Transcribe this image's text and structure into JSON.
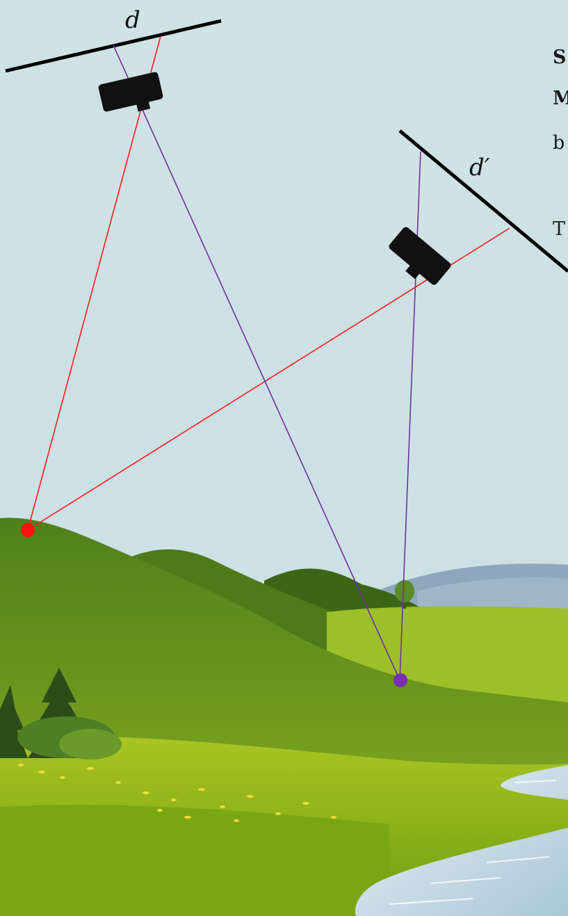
{
  "labels": {
    "image_plane_left": "d",
    "image_plane_right": "d′"
  },
  "side_text": {
    "line1": "S",
    "line2": "M",
    "line3": "b",
    "line4": "T"
  },
  "colors": {
    "sky": "#cfe2e6",
    "ray_red": "#ff1a1a",
    "ray_purple": "#7030a0",
    "camera": "#111111",
    "point_red": "#ff1010",
    "point_purple": "#7a2fb0"
  }
}
